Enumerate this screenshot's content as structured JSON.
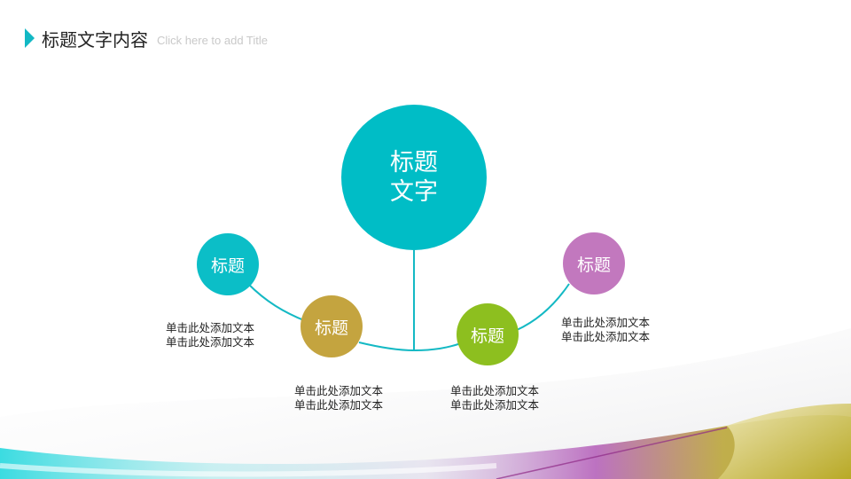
{
  "header": {
    "title": "标题文字内容",
    "subtitle": "Click here to add Title"
  },
  "center": {
    "line1": "标题",
    "line2": "文字",
    "color": "#00bdc6"
  },
  "nodes": [
    {
      "label": "标题",
      "color": "#0bbec7",
      "desc1": "单击此处添加文本",
      "desc2": "单击此处添加文本"
    },
    {
      "label": "标题",
      "color": "#c4a43f",
      "desc1": "单击此处添加文本",
      "desc2": "单击此处添加文本"
    },
    {
      "label": "标题",
      "color": "#8dbf1f",
      "desc1": "单击此处添加文本",
      "desc2": "单击此处添加文本"
    },
    {
      "label": "标题",
      "color": "#c278be",
      "desc1": "单击此处添加文本",
      "desc2": "单击此处添加文本"
    }
  ],
  "connector_color": "#14b9c4"
}
